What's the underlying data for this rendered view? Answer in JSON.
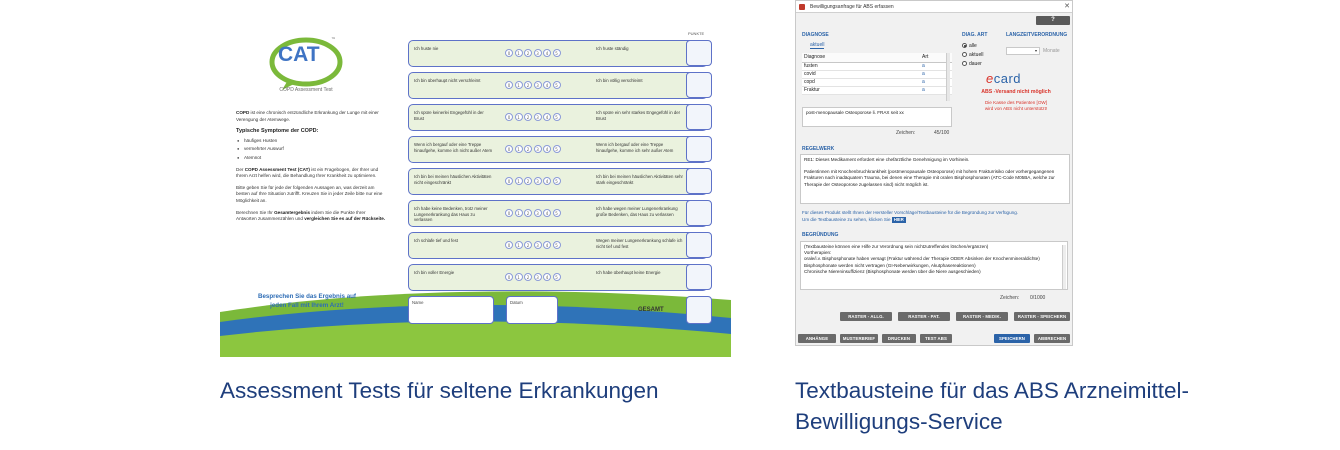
{
  "captions": {
    "left": "Assessment Tests für seltene Erkrankungen",
    "right": "Textbausteine für das ABS Arzneimittel-Bewilligungs-Service"
  },
  "cat": {
    "logo_text": "CAT",
    "logo_tm": "™",
    "logo_sub": "COPD Assessment Test",
    "intro_lead": "COPD",
    "intro": " ist eine chronisch entzündliche Erkrankung der Lunge mit einer Verengung der Atemwege.",
    "symptoms_title": "Typische Symptome der COPD:",
    "symptoms": [
      "häufiges Husten",
      "vermehrter Auswurf",
      "Atemnot"
    ],
    "para2_a": "Der ",
    "para2_b": "COPD Assessment Test (CAT)",
    "para2_c": " ist ein Fragebogen, der Ihrer und Ihrem Arzt helfen wird, die Behandlung Ihrer Krankheit zu optimieren.",
    "para3": "Bitte geben Sie für jede der folgenden Aussagen an, was derzeit am besten auf Ihre Situation zutrifft. Kreuzen Sie in jeder Zeile bitte nur eine Möglichkeit an.",
    "para4_a": "Berechnen Sie Ihr ",
    "para4_b": "Gesamtergebnis",
    "para4_c": " indem Sie die Punkte Ihrer Antworten zusammenzählen und ",
    "para4_d": "vergleichen Sie es auf der Rückseite.",
    "arzt_line1": "Besprechen Sie das Ergebnis auf",
    "arzt_line2": "jeden Fall mit Ihrem Arzt!",
    "punkte_label": "PUNKTE",
    "scale": [
      "0",
      "1",
      "2",
      "3",
      "4",
      "5"
    ],
    "rows": [
      {
        "left": "Ich huste nie",
        "right": "Ich huste ständig"
      },
      {
        "left": "Ich bin überhaupt nicht verschleimt",
        "right": "Ich bin völlig verschleimt"
      },
      {
        "left": "Ich spüre keinerlei Engegefühl in der Brust",
        "right": "Ich spüre ein sehr starkes Engegefühl in der Brust"
      },
      {
        "left": "Wenn ich bergauf oder eine Treppe hinaufgehe, komme ich nicht außer Atem",
        "right": "Wenn ich bergauf oder eine Treppe hinaufgehe, komme ich sehr außer Atem"
      },
      {
        "left": "Ich bin bei meinen häuslichen Aktivitäten nicht eingeschränkt",
        "right": "Ich bin bei meinen häuslichen Aktivitäten sehr stark eingeschränkt"
      },
      {
        "left": "Ich habe keine Bedenken, trotz meiner Lungenerkrankung das Haus zu verlassen",
        "right": "Ich habe wegen meiner Lungenerkrankung große Bedenken, das Haus zu verlassen"
      },
      {
        "left": "Ich schlafe tief und fest",
        "right": "Wegen meiner Lungenerkrankung schlafe ich nicht tief und fest"
      },
      {
        "left": "Ich bin voller Energie",
        "right": "Ich habe überhaupt keine Energie"
      }
    ],
    "name_label": "Name",
    "datum_label": "Datum",
    "gesamt_label": "GESAMT"
  },
  "abs": {
    "window_title": "Bewilligungsanfrage für ABS erfassen",
    "close_glyph": "✕",
    "help_label": "?",
    "diagnose_label": "DIAGNOSE",
    "tab_aktuell": "aktuell",
    "table_headers": [
      "Diagnose",
      "Art"
    ],
    "table_rows": [
      {
        "diagnose": "fusten",
        "art": "a"
      },
      {
        "diagnose": "covid",
        "art": "a"
      },
      {
        "diagnose": "copd",
        "art": "a"
      },
      {
        "diagnose": "Fraktur",
        "art": "a"
      }
    ],
    "diag_art_label": "DIAG. ART",
    "diag_art_options": [
      "alle",
      "aktuell",
      "dauer"
    ],
    "langzeit_label": "LANGZEITVERORDNUNG",
    "langzeit_value": "▾",
    "monate_label": "Monate",
    "diag_text": "post-menopausale Osteoporose li. FRAX seit xx",
    "zeichen_label": "Zeichen:",
    "zeichen_value": "45/100",
    "ecard_e": "e",
    "ecard_rest": "card",
    "warn_title": "ABS -Versand nicht möglich",
    "warn_line1": "Die Kasse des Patienten [OW]",
    "warn_line2": "wird von ABS nicht unterstützt!",
    "regelwerk_label": "REGELWERK",
    "regel_p1": "RE1: Dieses Medikament erfordert eine chefärztliche Genehmigung im Vorhinein.",
    "regel_p2": "Patientinnen mit Knochenbruchkrankheit (postmenopausale Osteoporose) mit hohem Frakturrisiko oder vorhergegangenen Frakturen nach inadäquatem Trauma, bei denen eine Therapie mit oralen Bisphosphonaten (ATC-Code M05BA, welche zur Therapie der Osteoporose zugelassen sind) nicht möglich ist.",
    "info_line1": "Für dieses Produkt stellt Ihnen der Hersteller Vorschläge/Textbausteine für die Begründung zur Verfügung.",
    "info_line2": "Um die Textbausteine zu sehen, klicken Sie ",
    "hier_label": "HIER",
    "begruendung_label": "BEGRÜNDUNG",
    "begruendung_lines": [
      "(Textbausteine können eine Hilfe zur Verordnung sein nichtzutreffendes löschen/ergänzen)",
      "Vortherapien:",
      "orale/i.v. Bisphosphonate haben versagt (Fraktur während der Therapie ODER Absinken der Knochenmineraldichte)",
      "Bisphosphonate werden nicht vertragen (GI-Nebenwirkungen, Akutphasereaktionen)",
      "Chronische Niereninsuffizienz (Bisphosphonate werden über die Niere ausgeschieden)"
    ],
    "zeichen2_value": "0/1000",
    "raster_buttons": [
      "RASTER - ALLG.",
      "RASTER - PAT.",
      "RASTER - MEDIK.",
      "RASTER - SPEICHERN"
    ],
    "bottom_buttons": [
      "ANHÄNGE",
      "MUSTERBRIEF",
      "DRUCKEN",
      "TEST ABS"
    ],
    "speichern_label": "SPEICHERN",
    "abbrechen_label": "ABBRECHEN"
  }
}
